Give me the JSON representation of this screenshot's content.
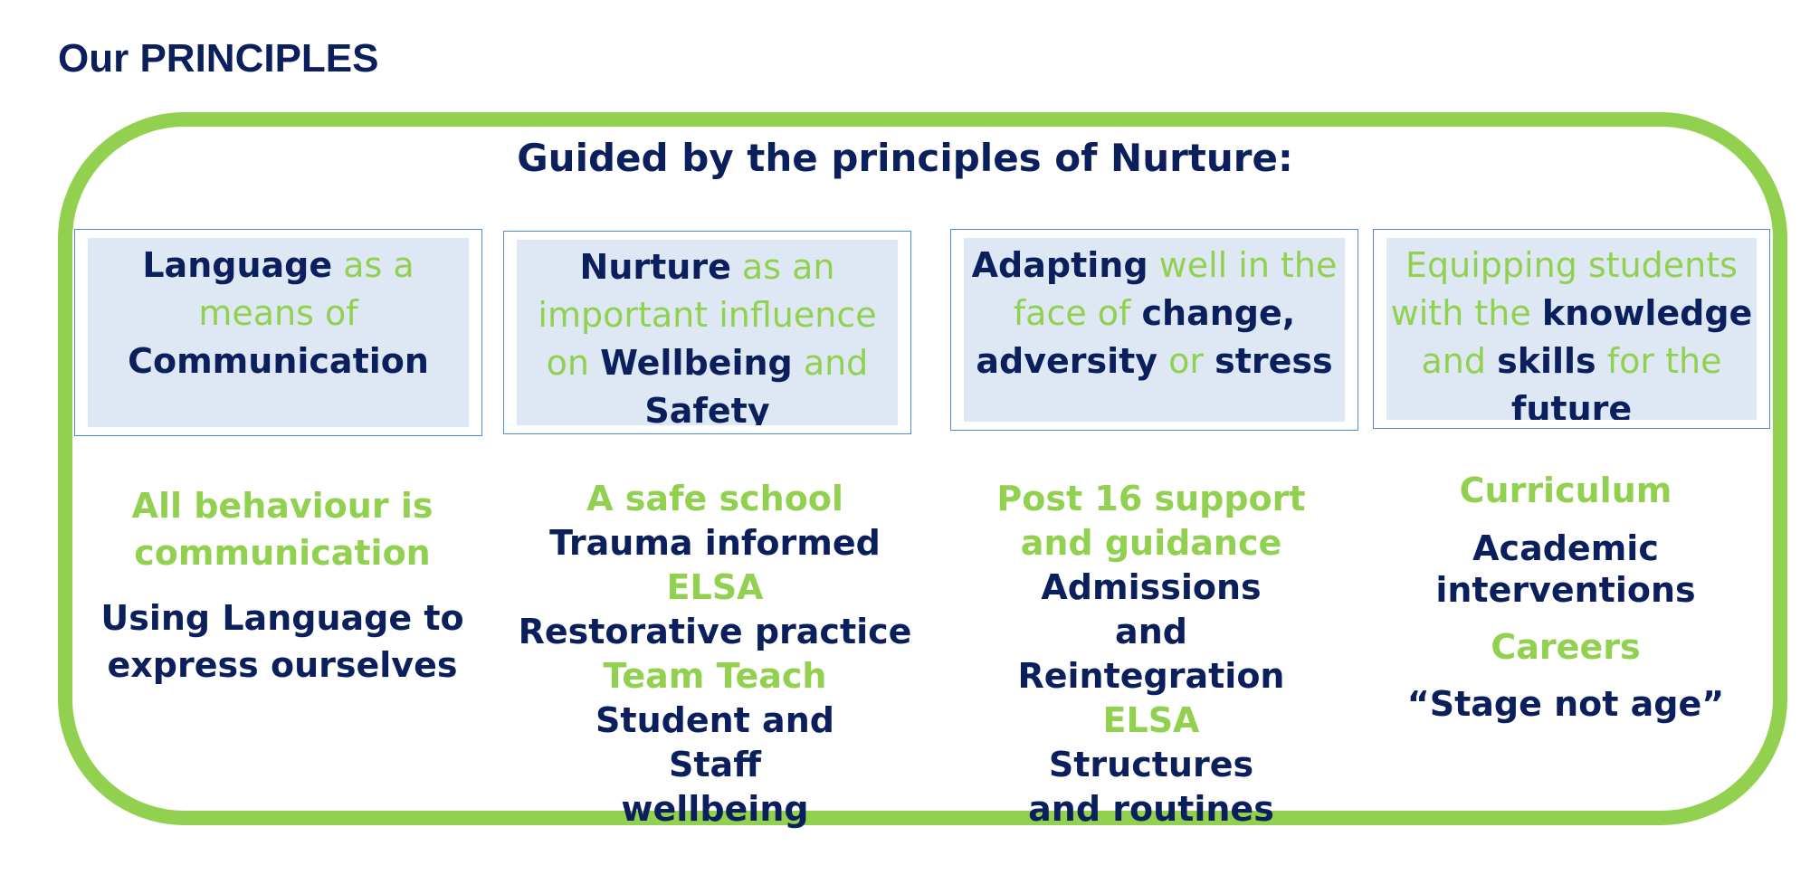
{
  "title": "Our PRINCIPLES",
  "subtitle": "Guided by the principles of Nurture:",
  "colors": {
    "accent_green": "#92d050",
    "navy": "#0a1f5c",
    "card_fill": "#dde8f4",
    "card_border": "#4f8fd6"
  },
  "principles": [
    {
      "segments": [
        {
          "text": "Language",
          "style": "strong"
        },
        {
          "text": " as a means of ",
          "style": "light"
        },
        {
          "text": "Communication",
          "style": "strong"
        }
      ]
    },
    {
      "segments": [
        {
          "text": "Nurture",
          "style": "strong"
        },
        {
          "text": " as an important influence on ",
          "style": "light"
        },
        {
          "text": "Wellbeing",
          "style": "strong"
        },
        {
          "text": " and ",
          "style": "light"
        },
        {
          "text": "Safety",
          "style": "strong"
        }
      ]
    },
    {
      "segments": [
        {
          "text": "Adapting",
          "style": "strong"
        },
        {
          "text": " well in the face of ",
          "style": "light"
        },
        {
          "text": "change, adversity",
          "style": "strong"
        },
        {
          "text": " or ",
          "style": "light"
        },
        {
          "text": "stress",
          "style": "strong"
        }
      ]
    },
    {
      "segments": [
        {
          "text": "Equipping students with the ",
          "style": "light"
        },
        {
          "text": "knowledge",
          "style": "strong"
        },
        {
          "text": " and ",
          "style": "light"
        },
        {
          "text": "skills",
          "style": "strong"
        },
        {
          "text": " for the ",
          "style": "light"
        },
        {
          "text": "future",
          "style": "strong"
        }
      ]
    }
  ],
  "columns": [
    {
      "items": [
        {
          "text": "All behaviour is communication",
          "color": "green"
        },
        {
          "text": "Using Language to express ourselves",
          "color": "navy"
        }
      ]
    },
    {
      "items": [
        {
          "text": "A safe school",
          "color": "green"
        },
        {
          "text": "Trauma informed",
          "color": "navy"
        },
        {
          "text": "ELSA",
          "color": "green"
        },
        {
          "text": "Restorative practice",
          "color": "navy"
        },
        {
          "text": "Team Teach",
          "color": "green"
        },
        {
          "text": "Student and Staff wellbeing",
          "color": "navy"
        }
      ]
    },
    {
      "items": [
        {
          "text": "Post 16 support and guidance",
          "color": "green"
        },
        {
          "text": "Admissions and Reintegration",
          "color": "navy"
        },
        {
          "text": "ELSA",
          "color": "green"
        },
        {
          "text": "Structures and routines",
          "color": "navy"
        }
      ]
    },
    {
      "items": [
        {
          "text": "Curriculum",
          "color": "green"
        },
        {
          "text": "Academic interventions",
          "color": "navy"
        },
        {
          "text": "Careers",
          "color": "green"
        },
        {
          "text": "“Stage not age”",
          "color": "navy"
        }
      ]
    }
  ]
}
